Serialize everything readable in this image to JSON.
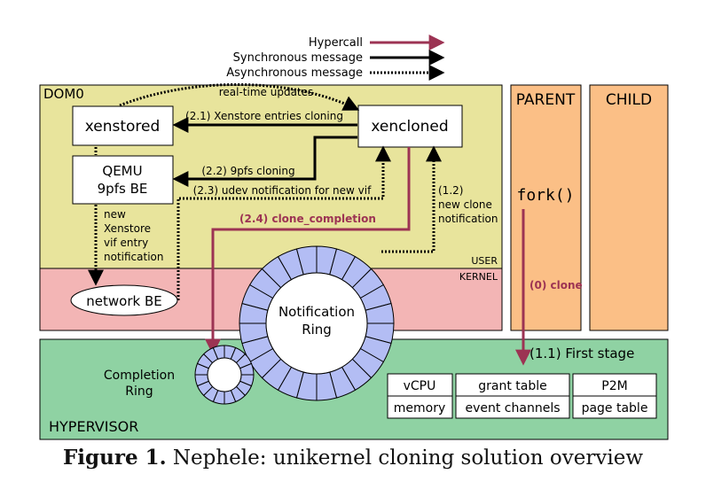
{
  "legend": {
    "hypercall": "Hypercall",
    "sync": "Synchronous message",
    "async": "Asynchronous message"
  },
  "regions": {
    "dom0": "DOM0",
    "user": "USER",
    "kernel": "KERNEL",
    "parent": "PARENT",
    "child": "CHILD",
    "hypervisor": "HYPERVISOR"
  },
  "boxes": {
    "xenstored": "xenstored",
    "xencloned": "xencloned",
    "qemu_line1": "QEMU",
    "qemu_line2": "9pfs BE",
    "network_be": "network BE",
    "fork": "fork()"
  },
  "rings": {
    "notification_line1": "Notification",
    "notification_line2": "Ring",
    "completion_line1": "Completion",
    "completion_line2": "Ring"
  },
  "labels": {
    "realtime": "real-time updates",
    "xs_cloning": "(2.1) Xenstore entries cloning",
    "p9_cloning": "(2.2) 9pfs cloning",
    "udev": "(2.3) udev notification for new vif",
    "clone_completion": "(2.4) clone_completion",
    "new_clone_1": "(1.2)",
    "new_clone_2": "new clone",
    "new_clone_3": "notification",
    "vif_1": "new",
    "vif_2": "Xenstore",
    "vif_3": "vif entry",
    "vif_4": "notification",
    "clone0": "(0) clone",
    "first_stage": "(1.1) First stage"
  },
  "table": {
    "rows": [
      [
        "vCPU",
        "grant table",
        "P2M"
      ],
      [
        "memory",
        "event channels",
        "page table"
      ]
    ]
  },
  "caption": {
    "prefix": "Figure 1.",
    "text": " Nephele: unikernel cloning solution overview"
  },
  "colors": {
    "dom0": "#e8e49c",
    "kernel": "#f3b5b5",
    "parent_child": "#fbbf86",
    "hypervisor": "#8fd2a3",
    "ring": "#b3bdf4",
    "hypercall": "#9c3353"
  }
}
